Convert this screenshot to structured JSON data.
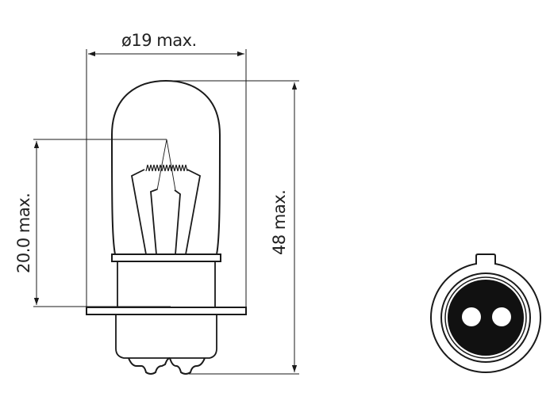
{
  "diagram": {
    "dimensions": {
      "diameter_label": "ø19 max.",
      "length_label": "48 max.",
      "light_centre_label": "20.0 max."
    },
    "colors": {
      "line": "#1a1a1a",
      "background": "#ffffff"
    },
    "views": [
      "side-view-bulb",
      "base-end-view"
    ]
  }
}
